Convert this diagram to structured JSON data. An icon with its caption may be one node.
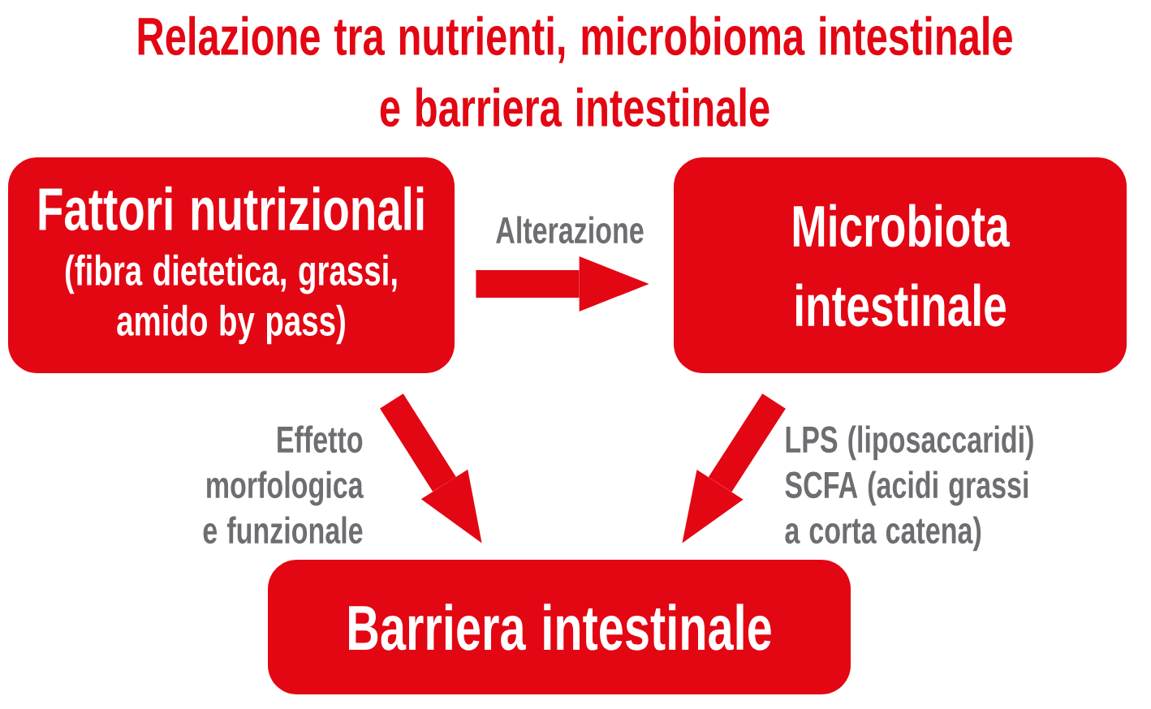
{
  "diagram": {
    "title": "Relazione tra nutrienti, microbioma intestinale e barriera intestinale",
    "nodes": [
      {
        "text": [
          "Fattori nutrizionali",
          "(fibra dietetica, grassi, amido by pass)"
        ]
      },
      {
        "text": [
          "Microbiota intestinale"
        ]
      },
      {
        "text": [
          "Barriera intestinale"
        ]
      }
    ],
    "edges": [
      {
        "from": 0,
        "to": 1,
        "arrow": "to",
        "label": "Alterazione"
      },
      {
        "from": 0,
        "to": 2,
        "arrow": "to",
        "label": "Effetto morfologica e funzionale"
      },
      {
        "from": 1,
        "to": 2,
        "arrow": "to",
        "label": "LPS (liposaccaridi) SCFA (acidi grassi a corta catena)"
      }
    ]
  }
}
